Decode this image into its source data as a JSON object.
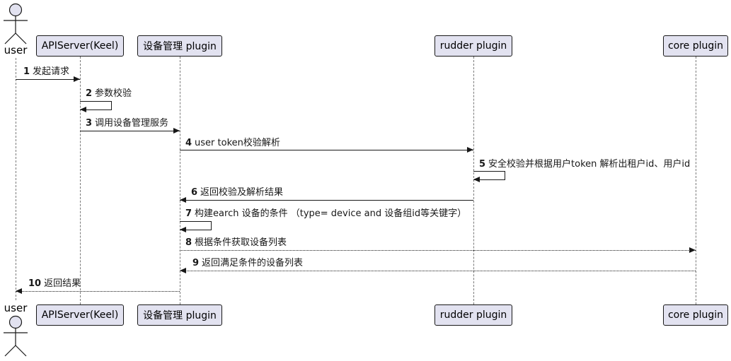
{
  "diagram": {
    "type": "sequence-diagram",
    "actor": {
      "label": "user"
    },
    "participants": [
      {
        "id": "apiserver",
        "label": "APIServer(Keel)"
      },
      {
        "id": "device-mgmt",
        "label": "设备管理 plugin"
      },
      {
        "id": "rudder",
        "label": "rudder plugin"
      },
      {
        "id": "core",
        "label": "core plugin"
      }
    ],
    "messages": [
      {
        "num": "1",
        "text": "发起请求",
        "from": "user",
        "to": "APIServer(Keel)",
        "line": "solid"
      },
      {
        "num": "2",
        "text": "参数校验",
        "from": "APIServer(Keel)",
        "to": "APIServer(Keel)",
        "line": "self"
      },
      {
        "num": "3",
        "text": "调用设备管理服务",
        "from": "APIServer(Keel)",
        "to": "设备管理 plugin",
        "line": "solid"
      },
      {
        "num": "4",
        "text": "user token校验解析",
        "from": "设备管理 plugin",
        "to": "rudder plugin",
        "line": "solid"
      },
      {
        "num": "5",
        "text": "安全校验并根据用户token 解析出租户id、用户id",
        "from": "rudder plugin",
        "to": "rudder plugin",
        "line": "self"
      },
      {
        "num": "6",
        "text": "返回校验及解析结果",
        "from": "rudder plugin",
        "to": "设备管理 plugin",
        "line": "solid"
      },
      {
        "num": "7",
        "text": "构建earch 设备的条件 （type= device and  设备组id等关键字）",
        "from": "设备管理 plugin",
        "to": "设备管理 plugin",
        "line": "self"
      },
      {
        "num": "8",
        "text": "根据条件获取设备列表",
        "from": "设备管理 plugin",
        "to": "core plugin",
        "line": "dotted"
      },
      {
        "num": "9",
        "text": "返回满足条件的设备列表",
        "from": "core plugin",
        "to": "设备管理 plugin",
        "line": "dotted"
      },
      {
        "num": "10",
        "text": "返回结果",
        "from": "设备管理 plugin",
        "to": "user",
        "line": "dotted"
      }
    ],
    "colors": {
      "participant_fill": "#E2E2F0",
      "participant_border": "#181818",
      "lifeline": "#7A7A7A",
      "arrow": "#181818",
      "background": "#FFFFFF"
    }
  }
}
